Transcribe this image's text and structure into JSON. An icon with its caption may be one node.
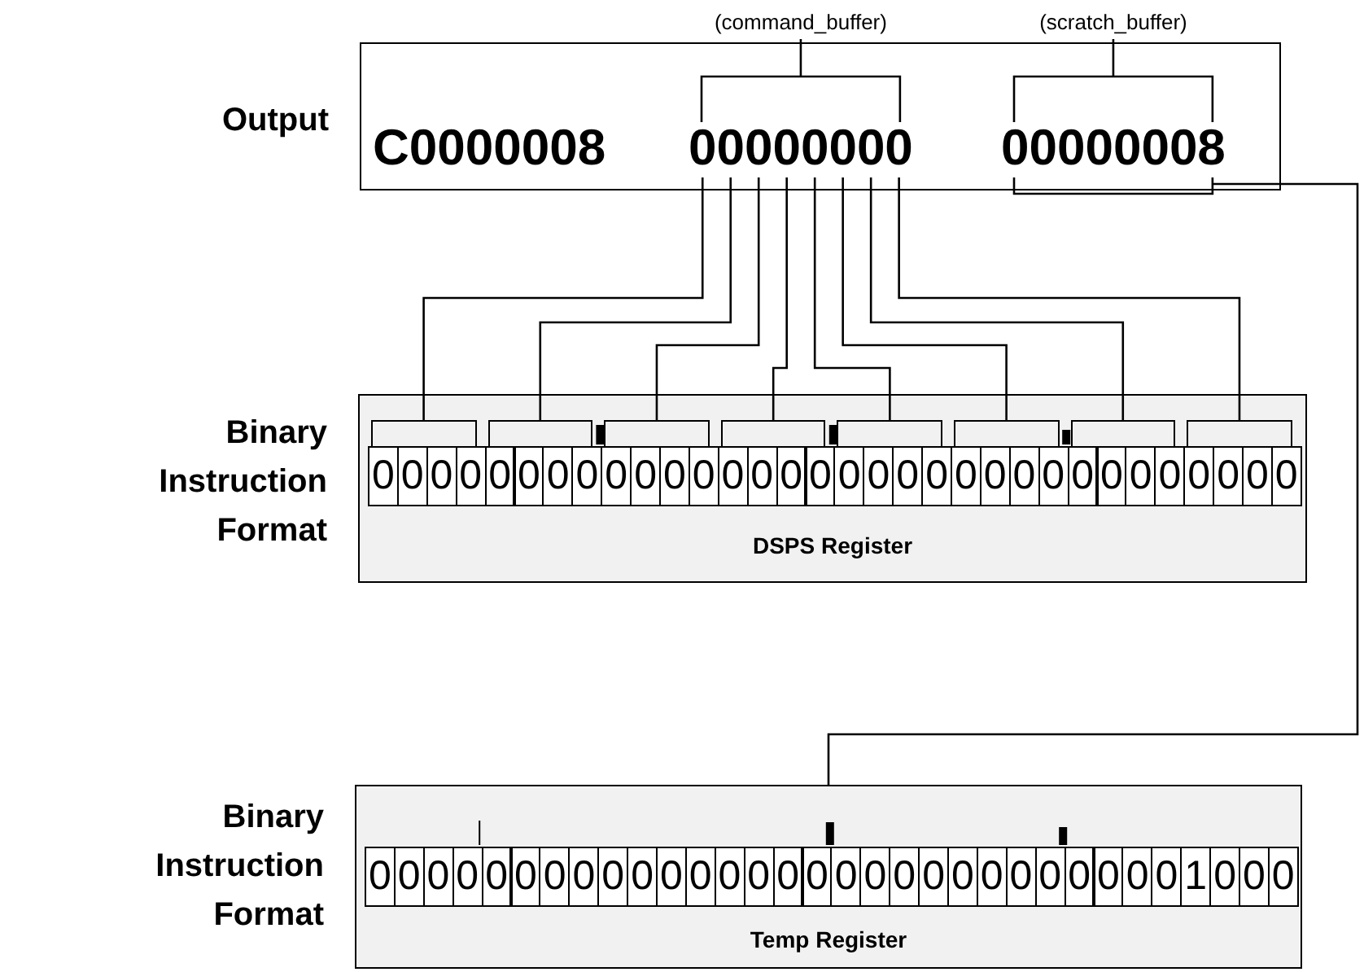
{
  "diagram": {
    "nodes": [
      {
        "text": [
          "Output"
        ]
      },
      {
        "text": [
          "C0000008"
        ],
        "in": 0
      },
      {
        "text": [
          "00000000"
        ],
        "in": 0
      },
      {
        "text": [
          "00000008"
        ],
        "in": 0
      },
      {
        "text": [
          "Binary Instruction Format",
          "DSPS Register"
        ]
      },
      {
        "text": [],
        "shape": "bracket",
        "in": 4
      },
      {
        "text": [],
        "shape": "bracket",
        "in": 4
      },
      {
        "text": [],
        "shape": "bracket",
        "in": 4
      },
      {
        "text": [],
        "shape": "bracket",
        "in": 4
      },
      {
        "text": [],
        "shape": "bracket",
        "in": 4
      },
      {
        "text": [],
        "shape": "bracket",
        "in": 4
      },
      {
        "text": [],
        "shape": "bracket",
        "in": 4
      },
      {
        "text": [],
        "shape": "bracket",
        "in": 4
      },
      {
        "text": [
          "0"
        ],
        "in": 4
      },
      {
        "text": [
          "0"
        ],
        "in": 4
      },
      {
        "text": [
          "0"
        ],
        "in": 4
      },
      {
        "text": [
          "0"
        ],
        "in": 4
      },
      {
        "text": [
          "0"
        ],
        "in": 4
      },
      {
        "text": [
          "0"
        ],
        "in": 4
      },
      {
        "text": [
          "0"
        ],
        "in": 4
      },
      {
        "text": [
          "0"
        ],
        "in": 4
      },
      {
        "text": [
          "0"
        ],
        "in": 4
      },
      {
        "text": [
          "0"
        ],
        "in": 4
      },
      {
        "text": [
          "0"
        ],
        "in": 4
      },
      {
        "text": [
          "0"
        ],
        "in": 4
      },
      {
        "text": [
          "0"
        ],
        "in": 4
      },
      {
        "text": [
          "0"
        ],
        "in": 4
      },
      {
        "text": [
          "0"
        ],
        "in": 4
      },
      {
        "text": [
          "0"
        ],
        "in": 4
      },
      {
        "text": [
          "0"
        ],
        "in": 4
      },
      {
        "text": [
          "0"
        ],
        "in": 4
      },
      {
        "text": [
          "0"
        ],
        "in": 4
      },
      {
        "text": [
          "0"
        ],
        "in": 4
      },
      {
        "text": [
          "0"
        ],
        "in": 4
      },
      {
        "text": [
          "0"
        ],
        "in": 4
      },
      {
        "text": [
          "0"
        ],
        "in": 4
      },
      {
        "text": [
          "0"
        ],
        "in": 4
      },
      {
        "text": [
          "0"
        ],
        "in": 4
      },
      {
        "text": [
          "0"
        ],
        "in": 4
      },
      {
        "text": [
          "0"
        ],
        "in": 4
      },
      {
        "text": [
          "0"
        ],
        "in": 4
      },
      {
        "text": [
          "0"
        ],
        "in": 4
      },
      {
        "text": [
          "0"
        ],
        "in": 4
      },
      {
        "text": [
          "0"
        ],
        "in": 4
      },
      {
        "text": [
          "0"
        ],
        "in": 4
      },
      {
        "text": [
          "Binary Instruction Format",
          "Temp Register"
        ]
      },
      {
        "text": [
          "0"
        ],
        "in": 45
      },
      {
        "text": [
          "0"
        ],
        "in": 45
      },
      {
        "text": [
          "0"
        ],
        "in": 45
      },
      {
        "text": [
          "0"
        ],
        "in": 45
      },
      {
        "text": [
          "0"
        ],
        "in": 45
      },
      {
        "text": [
          "0"
        ],
        "in": 45
      },
      {
        "text": [
          "0"
        ],
        "in": 45
      },
      {
        "text": [
          "0"
        ],
        "in": 45
      },
      {
        "text": [
          "0"
        ],
        "in": 45
      },
      {
        "text": [
          "0"
        ],
        "in": 45
      },
      {
        "text": [
          "0"
        ],
        "in": 45
      },
      {
        "text": [
          "0"
        ],
        "in": 45
      },
      {
        "text": [
          "0"
        ],
        "in": 45
      },
      {
        "text": [
          "0"
        ],
        "in": 45
      },
      {
        "text": [
          "0"
        ],
        "in": 45
      },
      {
        "text": [
          "0"
        ],
        "in": 45
      },
      {
        "text": [
          "0"
        ],
        "in": 45
      },
      {
        "text": [
          "0"
        ],
        "in": 45
      },
      {
        "text": [
          "0"
        ],
        "in": 45
      },
      {
        "text": [
          "0"
        ],
        "in": 45
      },
      {
        "text": [
          "0"
        ],
        "in": 45
      },
      {
        "text": [
          "0"
        ],
        "in": 45
      },
      {
        "text": [
          "0"
        ],
        "in": 45
      },
      {
        "text": [
          "0"
        ],
        "in": 45
      },
      {
        "text": [
          "0"
        ],
        "in": 45
      },
      {
        "text": [
          "0"
        ],
        "in": 45
      },
      {
        "text": [
          "0"
        ],
        "in": 45
      },
      {
        "text": [
          "0"
        ],
        "in": 45
      },
      {
        "text": [
          "1"
        ],
        "in": 45
      },
      {
        "text": [
          "0"
        ],
        "in": 45
      },
      {
        "text": [
          "0"
        ],
        "in": 45
      },
      {
        "text": [
          "0"
        ],
        "in": 45
      }
    ],
    "edges": [
      {
        "from": 2,
        "to": 5,
        "arrow": "none"
      },
      {
        "from": 2,
        "to": 6,
        "arrow": "none"
      },
      {
        "from": 2,
        "to": 7,
        "arrow": "none"
      },
      {
        "from": 2,
        "to": 8,
        "arrow": "none"
      },
      {
        "from": 2,
        "to": 9,
        "arrow": "none"
      },
      {
        "from": 2,
        "to": 10,
        "arrow": "none"
      },
      {
        "from": 2,
        "to": 11,
        "arrow": "none"
      },
      {
        "from": 2,
        "to": 12,
        "arrow": "none"
      },
      {
        "from": 3,
        "to": 45,
        "arrow": "none"
      }
    ],
    "labels": [
      "(command_buffer)",
      "(scratch_buffer)"
    ]
  }
}
